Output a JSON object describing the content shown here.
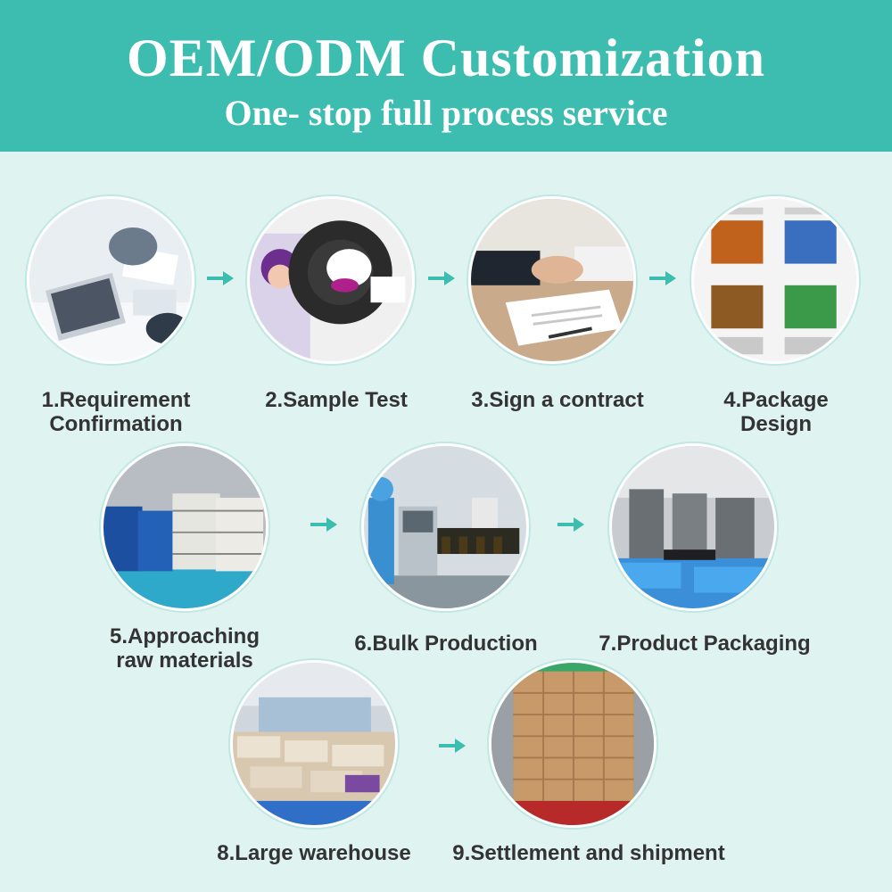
{
  "header": {
    "title": "OEM/ODM Customization",
    "subtitle": "One- stop full process service"
  },
  "steps": [
    {
      "line1": "1.Requirement",
      "line2": "Confirmation"
    },
    {
      "line1": "2.Sample Test",
      "line2": ""
    },
    {
      "line1": "3.Sign a contract",
      "line2": ""
    },
    {
      "line1": "4.Package",
      "line2": "Design"
    },
    {
      "line1": "5.Approaching",
      "line2": "raw materials"
    },
    {
      "line1": "6.Bulk Production",
      "line2": ""
    },
    {
      "line1": "7.Product Packaging",
      "line2": ""
    },
    {
      "line1": "8.Large warehouse",
      "line2": ""
    },
    {
      "line1": "9.Settlement and shipment",
      "line2": ""
    }
  ],
  "colors": {
    "header_bg": "#3dbcb0",
    "page_bg": "#dff3f1",
    "arrow": "#3dbcb0"
  },
  "icons": [
    "arrow-right-icon"
  ]
}
